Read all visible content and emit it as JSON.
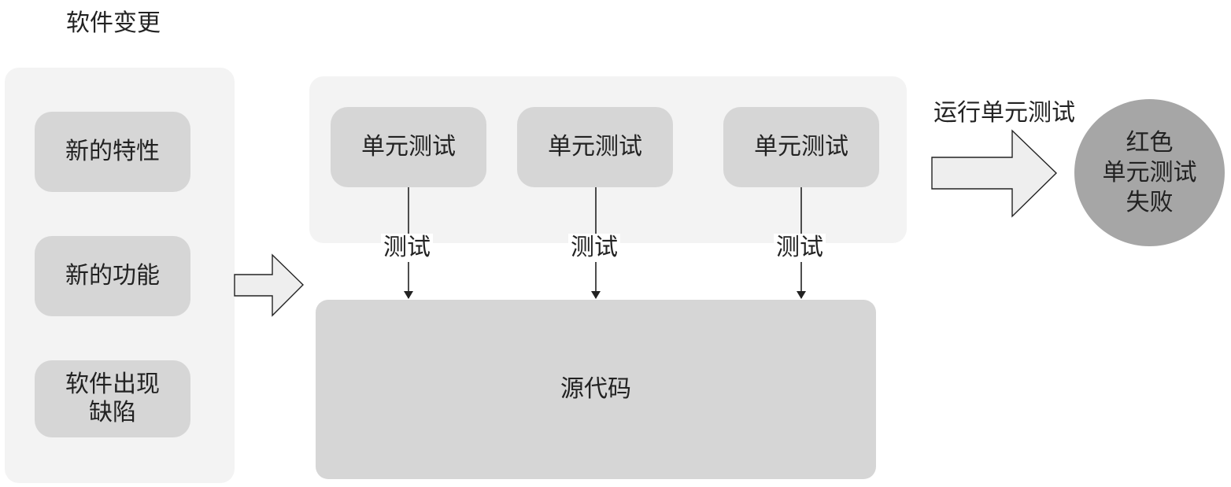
{
  "diagram": {
    "title": "软件变更",
    "changes": [
      {
        "label": "新的特性"
      },
      {
        "label": "新的功能"
      },
      {
        "label": "软件出现\n缺陷"
      }
    ],
    "unit_tests": [
      {
        "label": "单元测试",
        "edge_label": "测试"
      },
      {
        "label": "单元测试",
        "edge_label": "测试"
      },
      {
        "label": "单元测试",
        "edge_label": "测试"
      }
    ],
    "source_code": "源代码",
    "run_label": "运行单元测试",
    "result": "红色\n单元测试\n失败",
    "colors": {
      "panel": "#f3f3f3",
      "box": "#d6d6d6",
      "result": "#a6a6a6",
      "arrow_fill": "#eeeeee",
      "line": "#222222"
    }
  }
}
